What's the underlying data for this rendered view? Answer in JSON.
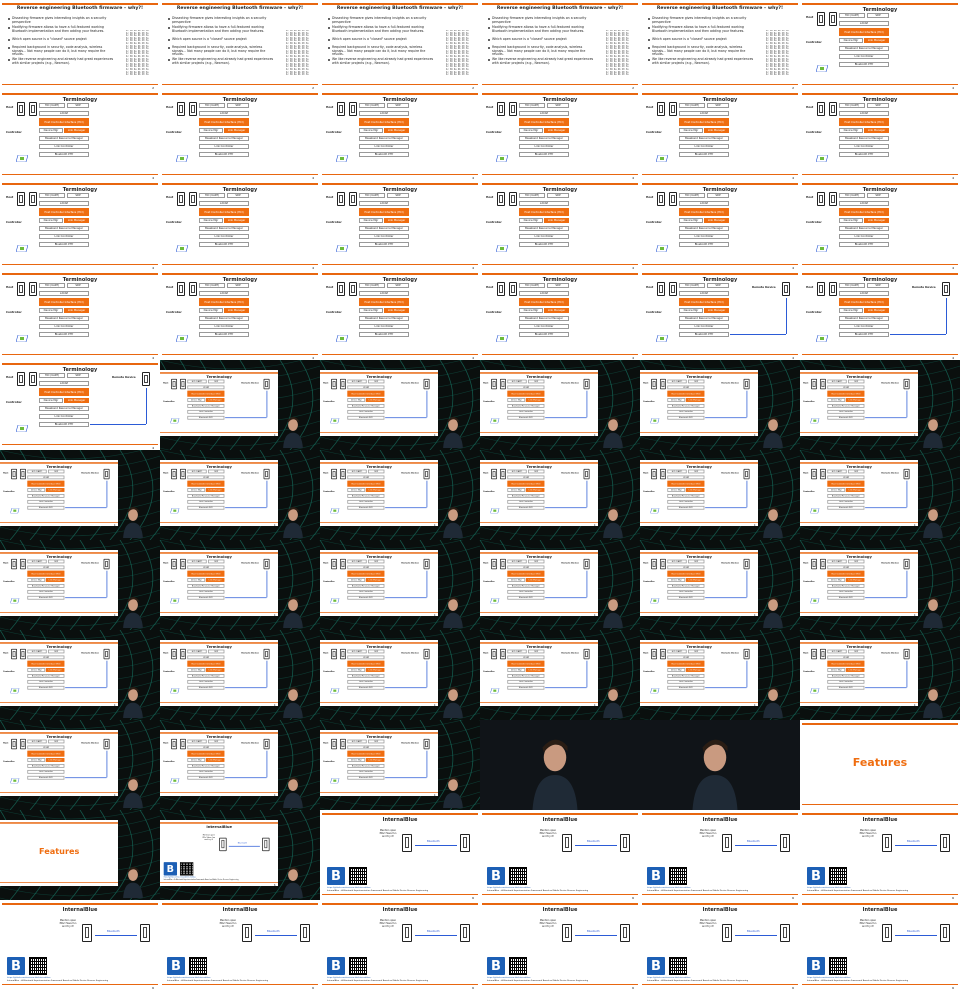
{
  "colors": {
    "accent": "#ef6d10",
    "bluetooth": "#2b5bd6",
    "logo": "#1c5fb5",
    "dark_bg": "#0a0f0e"
  },
  "slides": {
    "why": {
      "title": "Reverse engineering Bluetooth firmware – why?!",
      "bullets": [
        "Dissecting firmware gives interesting insights on a security perspective",
        "Modifying firmware allows to have a full-featured working Bluetooth implementation and then adding your features.",
        "Which open source is a \"closed\" source project",
        "Required background in security, code analysis, wireless signals... Not many people can do it, but many require the results.",
        "We like reverse engineering and already had great experiences with similar projects (e.g., Nexmon)."
      ],
      "page": "2"
    },
    "terminology": {
      "title": "Terminology",
      "host_label": "Host",
      "controller_label": "Controller",
      "remote_label": "Remote Device",
      "boxes": {
        "hci_uart": "HCI (UART)",
        "sdp": "SDP",
        "l2cap": "L2CAP",
        "host_ctrl": "Host Controller Interface (HCI)",
        "device_mgr": "Device Mgr",
        "link_mgr": "Link Manager",
        "baseband": "Baseband Resource Manager",
        "link_ctrl": "Link Controller",
        "phy": "Bluetooth PHY"
      },
      "page": "4"
    },
    "features": {
      "title": "Features"
    },
    "internalblue": {
      "title": "InternalBlue",
      "mention": "Mention open PRs! Have fun and try it!",
      "bt_label": "Bluetooth",
      "logo_letter": "B",
      "footnote_1": "https://github.com/seemoo-lab/internalblue",
      "footnote_2": "InternalBlue – A Bluetooth Experimentation Framework Based on Mobile Device Reverse Engineering",
      "page": "6"
    }
  },
  "grid_sequence": [
    "why",
    "why",
    "why",
    "why",
    "why",
    "term",
    "term",
    "term",
    "term",
    "term",
    "term",
    "term",
    "term",
    "term",
    "term",
    "term",
    "term",
    "term",
    "term",
    "term",
    "term",
    "term",
    "term-r",
    "term-r",
    "term-r",
    "term-v",
    "term-v",
    "term-v",
    "term-v",
    "term-v",
    "term-v",
    "term-v",
    "term-v",
    "term-v",
    "term-v",
    "term-v",
    "term-v",
    "term-v",
    "term-v",
    "term-v",
    "term-v",
    "term-v",
    "term-v",
    "term-v",
    "term-v",
    "term-v",
    "term-v",
    "term-v",
    "term-v",
    "term-v",
    "term-v",
    "speaker",
    "speaker",
    "features",
    "features-v",
    "ib-v",
    "ib",
    "ib",
    "ib",
    "ib",
    "ib",
    "ib",
    "ib",
    "ib",
    "ib",
    "ib"
  ]
}
